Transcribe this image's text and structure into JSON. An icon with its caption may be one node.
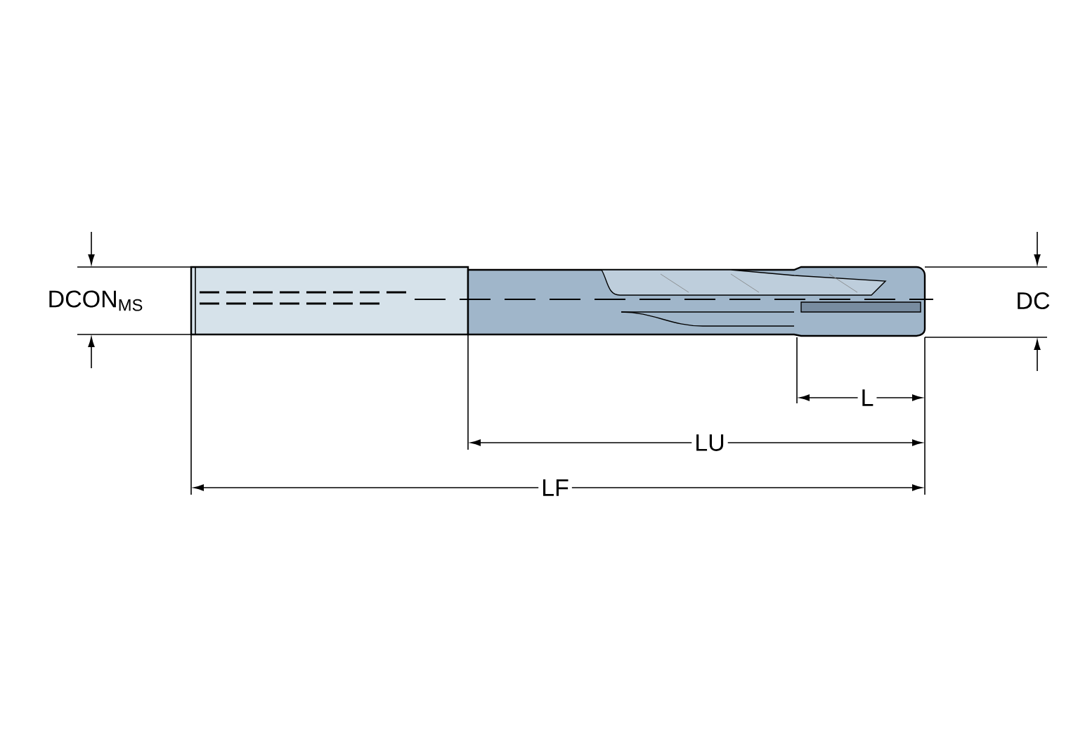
{
  "diagram": {
    "labels": [
      "DCON$_{MS}$",
      "DC",
      "L",
      "LU",
      "LF"
    ]
  }
}
